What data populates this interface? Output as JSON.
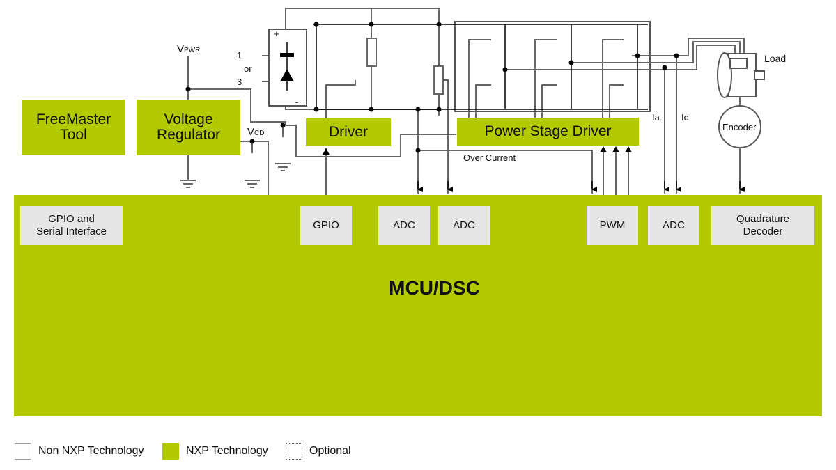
{
  "colors": {
    "nxp": "#b3c900",
    "peripheral": "#e6e6e6",
    "wire": "#666666",
    "wire_dark": "#000000"
  },
  "blocks": {
    "freemaster": "FreeMaster\nTool",
    "voltage_regulator": "Voltage\nRegulator",
    "driver": "Driver",
    "power_stage_driver": "Power Stage Driver",
    "mcu": "MCU/DSC"
  },
  "peripherals": [
    {
      "label": "GPIO and\nSerial Interface"
    },
    {
      "label": "GPIO"
    },
    {
      "label": "ADC"
    },
    {
      "label": "ADC"
    },
    {
      "label": "PWM"
    },
    {
      "label": "ADC"
    },
    {
      "label": "Quadrature\nDecoder"
    }
  ],
  "labels": {
    "vpwr_v": "V",
    "vpwr_sub": "PWR",
    "vcd_v": "V",
    "vcd_sub": "CD",
    "input_1": "1",
    "input_or": "or",
    "input_3": "3",
    "plus": "+",
    "minus": "-",
    "over_current": "Over Current",
    "ia": "Ia",
    "ic": "Ic",
    "load": "Load",
    "encoder": "Encoder"
  },
  "legend": [
    {
      "label": "Non NXP Technology",
      "style": "outline"
    },
    {
      "label": "NXP Technology",
      "style": "filled"
    },
    {
      "label": "Optional",
      "style": "dotted"
    }
  ]
}
